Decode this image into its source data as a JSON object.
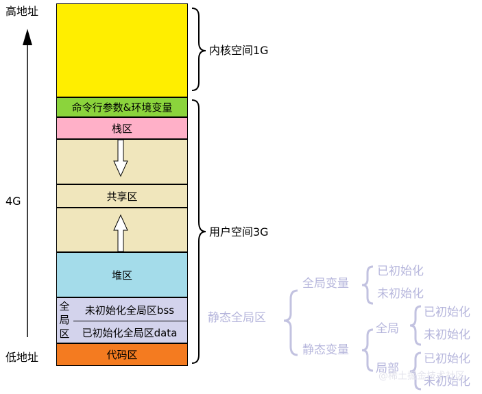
{
  "axis": {
    "high_label": "高地址",
    "low_label": "低地址",
    "size_label": "4G"
  },
  "memory": {
    "kernel": {
      "label": "",
      "color": "#ffee00"
    },
    "args_env": {
      "label": "命令行参数&环境变量",
      "color": "#8bd43c"
    },
    "stack": {
      "label": "栈区",
      "color": "#ffb0c8"
    },
    "gap_top": {
      "label": "",
      "color": "#f0e6bc"
    },
    "shared": {
      "label": "共享区",
      "color": "#f0e6bc"
    },
    "gap_bottom": {
      "label": "",
      "color": "#f0e6bc"
    },
    "heap": {
      "label": "堆区",
      "color": "#a4dcea"
    },
    "global": {
      "side_label": [
        "全",
        "局",
        "区"
      ],
      "bss_label": "未初始化全局区bss",
      "data_label": "已初始化全局区data",
      "color": "#d3d3ec"
    },
    "code": {
      "label": "代码区",
      "color": "#f47b20"
    }
  },
  "braces": {
    "kernel_label": "内核空间1G",
    "user_label": "用户空间3G"
  },
  "classification": {
    "root": "静态全局区",
    "global_var": {
      "label": "全局变量",
      "children": [
        "已初始化",
        "未初始化"
      ]
    },
    "static_var": {
      "label": "静态变量",
      "global": {
        "label": "全局",
        "children": [
          "已初始化",
          "未初始化"
        ]
      },
      "local": {
        "label": "局部",
        "children": [
          "已初始化",
          "未初始化"
        ]
      }
    }
  },
  "watermark": "@稀土掘金技术社区",
  "colors": {
    "classification": "#b6b6dc",
    "brace": "#c2c2e0"
  }
}
